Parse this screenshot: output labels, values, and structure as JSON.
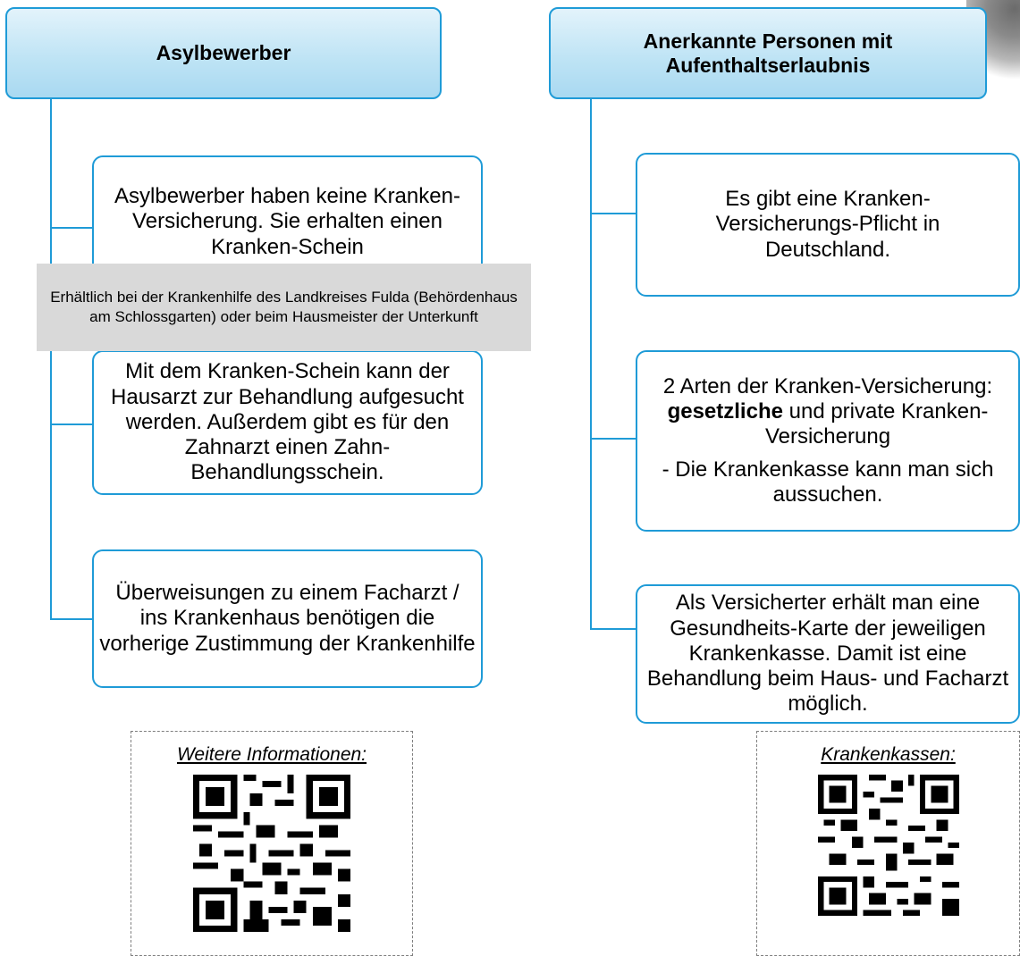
{
  "left": {
    "header": "Asylbewerber",
    "box1": "Asylbewerber haben keine Kranken-Versicherung. Sie erhalten einen Kranken-Schein",
    "note": "Erhältlich bei der Krankenhilfe des Landkreises Fulda (Behördenhaus am Schlossgarten) oder beim Hausmeister der Unterkunft",
    "box2": "Mit dem Kranken-Schein kann der Hausarzt zur Behandlung aufgesucht werden. Außerdem gibt es für den Zahnarzt einen Zahn-Behandlungsschein.",
    "box3": "Überweisungen zu einem Facharzt / ins Krankenhaus benötigen die vorherige Zustimmung der Krankenhilfe",
    "qr_caption": "Weitere Informationen:"
  },
  "right": {
    "header": "Anerkannte Personen mit Aufenthaltserlaubnis",
    "box1": "Es gibt eine Kranken-Versicherungs-Pflicht in Deutschland.",
    "box2_pre": "2 Arten der Kranken-Versicherung: ",
    "box2_bold": "gesetzliche",
    "box2_post": " und private Kranken-Versicherung",
    "box2_line2": "- Die Krankenkasse kann man sich aussuchen.",
    "box3": "Als Versicherter erhält man eine Gesundheits-Karte der jeweiligen Krankenkasse. Damit ist eine Behandlung beim Haus- und Facharzt möglich.",
    "qr_caption": "Krankenkassen:"
  },
  "colors": {
    "accent": "#1f9bd7",
    "header_fill": "#bfe4f5",
    "note_fill": "#d9d9d9"
  }
}
